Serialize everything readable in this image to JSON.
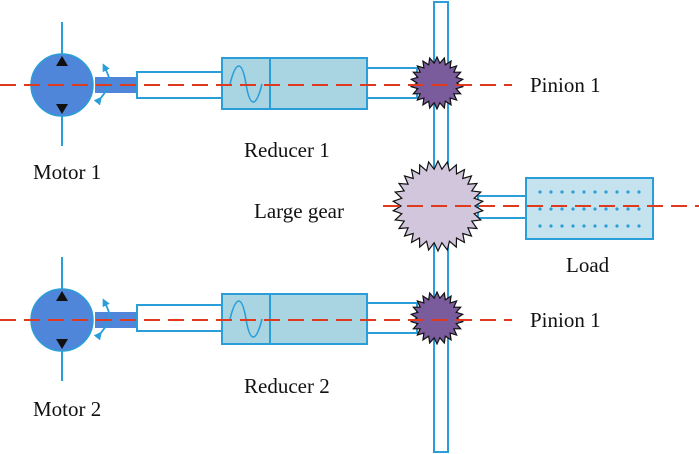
{
  "labels": {
    "pinion_top": "Pinion 1",
    "pinion_bottom": "Pinion 1",
    "reducer_1": "Reducer 1",
    "reducer_2": "Reducer 2",
    "motor_1": "Motor 1",
    "motor_2": "Motor 2",
    "large_gear": "Large gear",
    "load": "Load"
  },
  "colors": {
    "motor": "#4f86d9",
    "reducer": "#a9d5e3",
    "shaft_outline": "#2a9ed8",
    "centerline": "#e03a1e",
    "pinion": "#7a5c9d",
    "large_gear": "#d2c6dc",
    "load_box": "#c5e3ef",
    "load_dots": "#2a9ed8"
  },
  "icons": {
    "motor": "hydraulic-motor-symbol",
    "pinion": "gear-icon",
    "large_gear": "gear-icon",
    "reducer_wave": "sine-wave-icon"
  }
}
